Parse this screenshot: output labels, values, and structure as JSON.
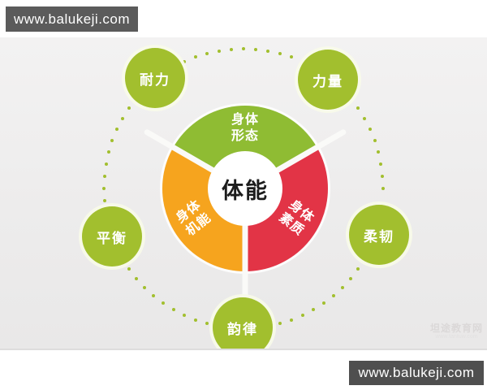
{
  "banners": {
    "top_left": "www.balukeji.com",
    "bottom_right": "www.balukeji.com"
  },
  "site_watermark": {
    "name": "坦途教育网",
    "url": "www.tantuw.com"
  },
  "diagram": {
    "center_label": "体能",
    "segments": [
      {
        "name": "body-shape",
        "line1": "身体",
        "line2": "形态",
        "color": "#8fbc33"
      },
      {
        "name": "body-function",
        "line1": "身体",
        "line2": "机能",
        "color": "#f6a41e"
      },
      {
        "name": "body-quality",
        "line1": "身体",
        "line2": "素质",
        "color": "#e23446"
      }
    ],
    "satellites": [
      {
        "label": "耐力"
      },
      {
        "label": "力量"
      },
      {
        "label": "平衡"
      },
      {
        "label": "柔韧"
      },
      {
        "label": "韵律"
      }
    ],
    "colors": {
      "satellite_fill": "#a2bf2e",
      "ring_dot": "#a2bf2e",
      "center_text": "#1c1c1c"
    }
  }
}
